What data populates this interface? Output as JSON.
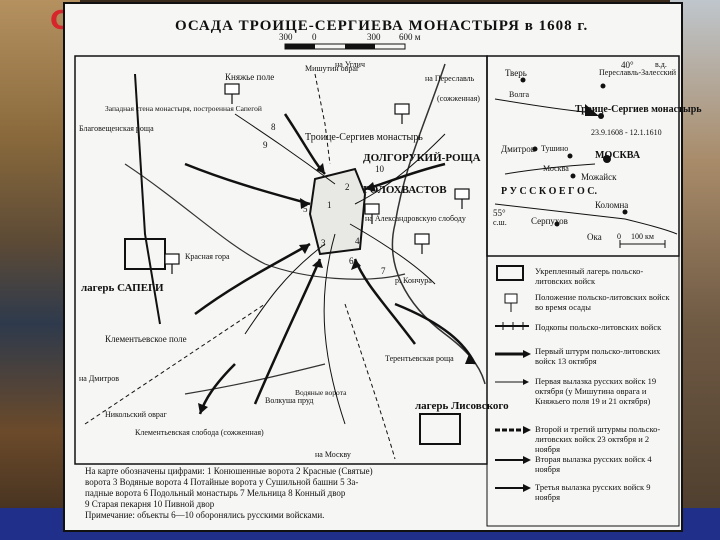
{
  "slide": {
    "title_fragment": "С",
    "accent_color": "#d7262b",
    "bar_color": "#1f2f8a",
    "next_icon": "arrow-right-icon"
  },
  "map": {
    "title": "ОСАДА ТРОИЦЕ-СЕРГИЕВА МОНАСТЫРЯ в 1608 г.",
    "scale": {
      "ticks": [
        "300",
        "0",
        "300",
        "600 м"
      ]
    },
    "labels": {
      "knyazhe_pole": "Княжье поле",
      "mitutin": "Мишутин овраг",
      "uglich": "на Углич",
      "pereslavl_road": "на Переславль",
      "troitse": "Троице-Сергиев монастырь",
      "dolgoruky": "ДОЛГОРУКИЙ-РОЩА",
      "golokhvastov": "ГОЛОХВАСТОВ",
      "aleksandrovskaya": "на Александровскую слободу",
      "blagoveshchenskaya": "Благовещенская роща",
      "zapadnaya_stena": "Западная стена монастыря, построенная Сапегой",
      "krasnaya_gora": "Красная гора",
      "konchura": "р. Кончура",
      "lager_sapegi": "лагерь САПЕГИ",
      "klementyevskoe": "Клементьевское поле",
      "dmitrov": "на Дмитров",
      "nikolskiy": "Никольский овраг",
      "klementyevskaya_sloboda": "Клементьевская слобода (сожженная)",
      "voldolzhnoe": "Волкуша пруд",
      "moskva_road": "на Москву",
      "terentyevskaya": "Терентьевская роща",
      "lager_lisovskogo": "лагерь Лисовского",
      "vorota": "Водяные ворота",
      "sozhzhennaya": "(сожженная)"
    },
    "numbers": [
      "1",
      "2",
      "3",
      "4",
      "5",
      "6",
      "7",
      "8",
      "9",
      "10"
    ]
  },
  "inset": {
    "tver": "Тверь",
    "volga": "Волга",
    "pereslavl": "Переславль-Залесский",
    "troitse": "Троице-Сергиев монастырь",
    "dates": "23.9.1608 - 12.1.1610",
    "dmitrov": "Дмитров",
    "tushino": "Тушино",
    "moskva_river": "Москва",
    "moskva": "МОСКВА",
    "mozhaysk": "Можайск",
    "russkoe": "Р У С С К О Е   Г О С.",
    "kolomna": "Коломна",
    "serpukhov": "Серпухов",
    "lat55": "55°",
    "lon40": "40°",
    "vd": "в.д.",
    "sh": "с.ш.",
    "oka": "Ока",
    "scale0": "0",
    "scale100": "100 км"
  },
  "legend": [
    "Укрепленный лагерь польско-литовских войск",
    "Положение польско-литовских войск во время осады",
    "Подкопы польско-литовских войск",
    "Первый штурм польско-литовских войск 13 октября",
    "Первая вылазка русских войск 19 октября (у Мишутина оврага и Княжьего поля 19 и 21 октября)",
    "Второй и третий штурмы польско-литовских войск 23 октября и 2 ноября",
    "Вторая вылазка русских войск 4 ноября",
    "Третья вылазка русских войск 9 ноября"
  ],
  "notes": {
    "line1": "На карте обозначены цифрами: 1 Конюшенные ворота  2 Красные (Святые)",
    "line2": "ворота  3 Водяные ворота  4 Потайные ворота у Сушильной башни  5 За-",
    "line3": "падные ворота  6 Подольный монастырь  7 Мельница  8 Конный двор",
    "line4": "9 Старая пекарня  10 Пивной двор",
    "line5": "Примечание:  объекты 6—10 оборонялись русскими войсками."
  }
}
